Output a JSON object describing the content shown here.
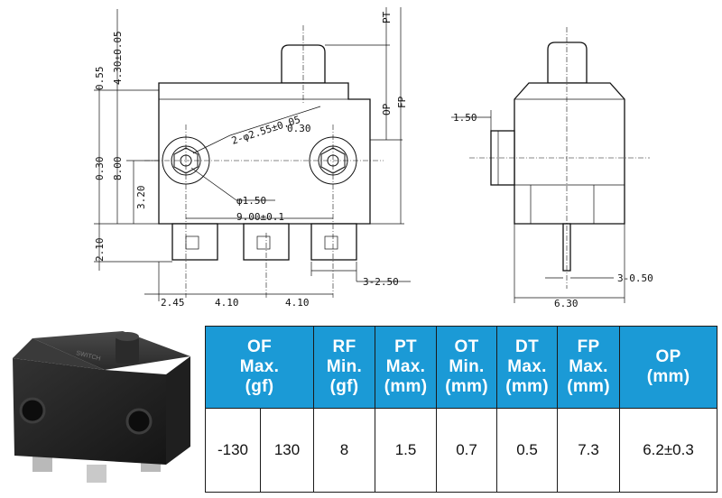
{
  "drawing": {
    "side_view": {
      "dim_0_55": "0.55",
      "dim_4_30": "4.30±0.05",
      "dim_0_30": "0.30",
      "dim_8_00": "8.00",
      "dim_3_20": "3.20",
      "dim_2_10": "2.10",
      "hole_callout": "2-φ2.55±0.05",
      "hole_offset": "0.30",
      "pin_diameter": "φ1.50",
      "hole_pitch": "9.00±0.1",
      "terminal_width": "3-2.50",
      "pitch_2_45": "2.45",
      "pitch_4_10_a": "4.10",
      "pitch_4_10_b": "4.10",
      "label_pt": "PT",
      "label_op": "OP",
      "label_fp": "FP"
    },
    "end_view": {
      "dim_1_50": "1.50",
      "dim_3_0_50": "3-0.50",
      "dim_6_30": "6.30"
    }
  },
  "photo": {
    "icon": "micro-switch-product-photo",
    "body_text": "SWITCH"
  },
  "spec_table": {
    "headers": [
      [
        "OF",
        "Max.",
        "(gf)"
      ],
      [
        "RF",
        "Min.",
        "(gf)"
      ],
      [
        "PT",
        "Max.",
        "(mm)"
      ],
      [
        "OT",
        "Min.",
        "(mm)"
      ],
      [
        "DT",
        "Max.",
        "(mm)"
      ],
      [
        "FP",
        "Max.",
        "(mm)"
      ],
      [
        "OP",
        "(mm)"
      ]
    ],
    "row": {
      "of_min": "-130",
      "of_max": "130",
      "rf": "8",
      "pt": "1.5",
      "ot": "0.7",
      "dt": "0.5",
      "fp": "7.3",
      "op": "6.2±0.3"
    },
    "colors": {
      "header_bg": "#1b9ad6",
      "header_text": "#ffffff",
      "border": "#1a1a1a"
    }
  }
}
